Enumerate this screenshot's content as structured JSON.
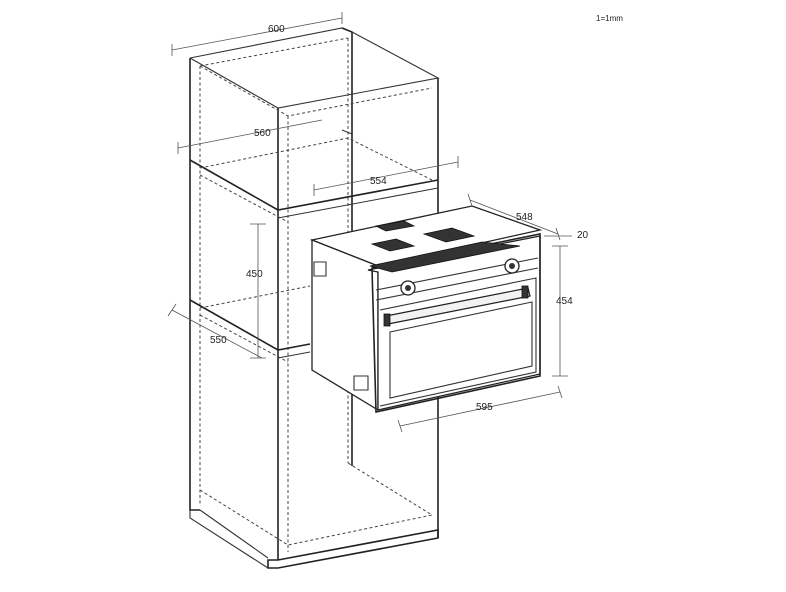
{
  "scale_note": "1=1mm",
  "dimensions": {
    "cabinet_width": "600",
    "inner_width": "560",
    "niche_width": "554",
    "niche_height": "450",
    "niche_depth": "550",
    "oven_depth": "548",
    "front_panel_thickness": "20",
    "oven_height": "454",
    "oven_width": "595"
  }
}
